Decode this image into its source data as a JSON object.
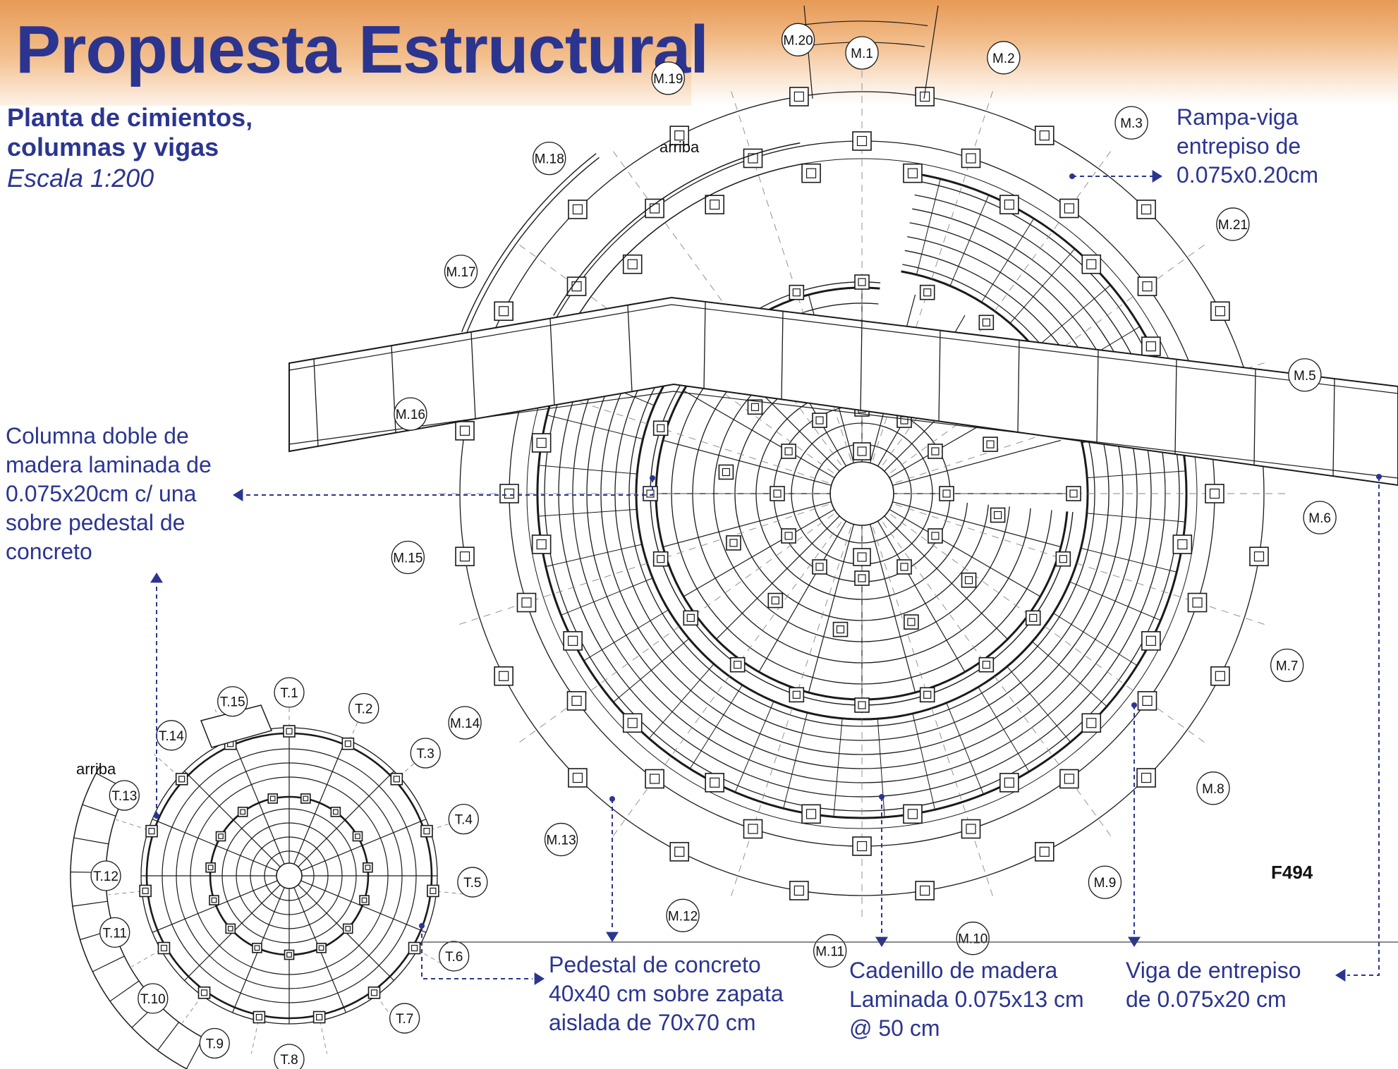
{
  "header": {
    "title": "Propuesta Estructural",
    "subtitle_line1": "Planta de cimientos,",
    "subtitle_line2": "columnas y vigas",
    "scale": "Escala 1:200"
  },
  "annotations": {
    "rampa_line1": "Rampa-viga",
    "rampa_line2": "entrepiso de",
    "rampa_line3": "0.075x0.20cm",
    "columna_line1": "Columna doble de",
    "columna_line2": "madera laminada de",
    "columna_line3": "0.075x20cm c/ una",
    "columna_line4": "sobre pedestal de",
    "columna_line5": "concreto",
    "pedestal_line1": "Pedestal de concreto",
    "pedestal_line2": "40x40 cm sobre zapata",
    "pedestal_line3": "aislada de 70x70 cm",
    "cadenillo_line1": "Cadenillo de madera",
    "cadenillo_line2": "Laminada 0.075x13 cm",
    "cadenillo_line3": "@ 50 cm",
    "viga_line1": "Viga de entrepiso",
    "viga_line2": "de 0.075x20 cm"
  },
  "drawing_code": "F494",
  "arriba_label": "arriba",
  "large_plan_labels": [
    "M.1",
    "M.2",
    "M.3",
    "M.21",
    "M.5",
    "M.6",
    "M.7",
    "M.8",
    "M.9",
    "M.10",
    "M.11",
    "M.12",
    "M.13",
    "M.14",
    "M.15",
    "M.16",
    "M.17",
    "M.18",
    "M.19",
    "M.20"
  ],
  "small_plan_labels": [
    "T.1",
    "T.2",
    "T.3",
    "T.4",
    "T.5",
    "T.6",
    "T.7",
    "T.8",
    "T.9",
    "T.10",
    "T.11",
    "T.12",
    "T.13",
    "T.14",
    "T.15"
  ],
  "colors": {
    "title": "#2b3590",
    "banner_top": "#e79a56",
    "banner_bottom": "#fdf2e8",
    "line": "#1a1a1a"
  }
}
